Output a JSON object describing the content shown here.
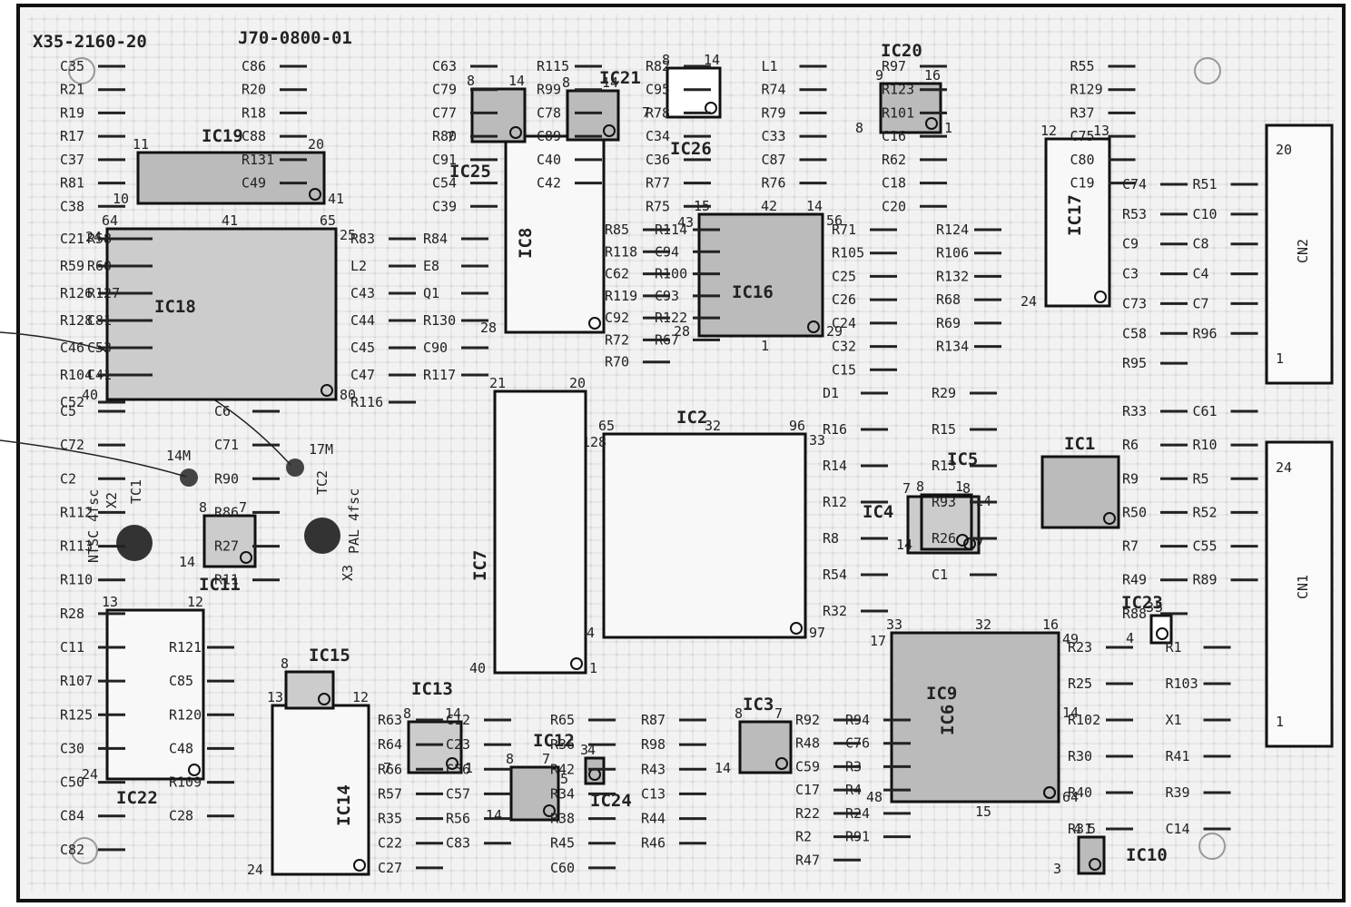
{
  "board_code": "X35-2160-20",
  "board_part": "J70-0800-01",
  "chips": [
    {
      "id": "IC1",
      "label": "IC1",
      "pins": []
    },
    {
      "id": "IC2",
      "label": "IC2",
      "pins": [
        "65",
        "96",
        "64",
        "97",
        "33",
        "128",
        "32"
      ]
    },
    {
      "id": "IC3",
      "label": "IC3",
      "pins": [
        "8",
        "7",
        "14"
      ]
    },
    {
      "id": "IC4",
      "label": "IC4",
      "pins": [
        "7",
        "8"
      ]
    },
    {
      "id": "IC5",
      "label": "IC5",
      "pins": [
        "8",
        "1",
        "14",
        "7",
        "14"
      ]
    },
    {
      "id": "IC6",
      "label": "IC6",
      "pins": [
        "33",
        "16",
        "48",
        "64",
        "49",
        "17",
        "32",
        "15",
        "14"
      ]
    },
    {
      "id": "IC7",
      "label": "IC7",
      "pins": [
        "21",
        "20",
        "40",
        "1"
      ]
    },
    {
      "id": "IC8",
      "label": "IC8",
      "pins": [
        "15",
        "14",
        "28"
      ]
    },
    {
      "id": "IC9",
      "label": "IC9",
      "pins": []
    },
    {
      "id": "IC10",
      "label": "IC10",
      "pins": [
        "4",
        "5",
        "3"
      ]
    },
    {
      "id": "IC11",
      "label": "IC11",
      "pins": [
        "8",
        "7",
        "14"
      ]
    },
    {
      "id": "IC12",
      "label": "IC12",
      "pins": [
        "8",
        "7",
        "14"
      ]
    },
    {
      "id": "IC13",
      "label": "IC13",
      "pins": [
        "8",
        "14",
        "7",
        "1"
      ]
    },
    {
      "id": "IC14",
      "label": "IC14",
      "pins": [
        "13",
        "12",
        "24"
      ]
    },
    {
      "id": "IC15",
      "label": "IC15",
      "pins": [
        "8"
      ]
    },
    {
      "id": "IC16",
      "label": "IC16",
      "pins": [
        "15",
        "14",
        "28",
        "29",
        "56",
        "43",
        "42",
        "1"
      ]
    },
    {
      "id": "IC17",
      "label": "IC17",
      "pins": [
        "12",
        "13",
        "24"
      ]
    },
    {
      "id": "IC18",
      "label": "IC18",
      "pins": [
        "64",
        "65",
        "40",
        "80",
        "25",
        "24",
        "41"
      ]
    },
    {
      "id": "IC19",
      "label": "IC19",
      "pins": [
        "11",
        "20",
        "10",
        "41"
      ]
    },
    {
      "id": "IC20",
      "label": "IC20",
      "pins": [
        "9",
        "16",
        "8",
        "1"
      ]
    },
    {
      "id": "IC21",
      "label": "IC21",
      "pins": [
        "8",
        "14"
      ]
    },
    {
      "id": "IC22",
      "label": "IC22",
      "pins": [
        "13",
        "12",
        "24"
      ]
    },
    {
      "id": "IC23",
      "label": "IC23",
      "pins": [
        "3",
        "5",
        "4"
      ]
    },
    {
      "id": "IC24",
      "label": "IC24",
      "pins": [
        "3",
        "4",
        "5"
      ]
    },
    {
      "id": "IC25",
      "label": "IC25",
      "pins": [
        "8",
        "14",
        "7"
      ]
    },
    {
      "id": "IC26",
      "label": "IC26",
      "pins": [
        "8",
        "14",
        "7"
      ]
    }
  ],
  "connectors": [
    {
      "label": "CN2",
      "pins": [
        "20",
        "1"
      ]
    },
    {
      "label": "CN1",
      "pins": [
        "24",
        "1"
      ]
    }
  ],
  "crystals": [
    {
      "label": "X2",
      "text": "NTSC 4fsc"
    },
    {
      "label": "X3",
      "text": "PAL 4fsc"
    }
  ],
  "trimmers": [
    "TC1",
    "TC2"
  ],
  "test_points": [
    "14M",
    "17M"
  ],
  "components": [
    "C35",
    "C86",
    "R21",
    "R20",
    "R19",
    "R18",
    "R17",
    "C88",
    "C37",
    "R131",
    "R81",
    "C49",
    "C38",
    "C63",
    "R115",
    "C79",
    "R99",
    "C77",
    "C78",
    "R80",
    "C89",
    "C91",
    "C40",
    "C54",
    "C42",
    "C39",
    "R82",
    "L1",
    "C95",
    "R74",
    "R78",
    "R79",
    "C34",
    "C33",
    "C36",
    "C87",
    "R77",
    "R76",
    "R75",
    "R97",
    "R55",
    "R123",
    "R129",
    "R101",
    "R37",
    "C16",
    "C75",
    "R62",
    "C80",
    "C18",
    "C19",
    "C20",
    "C21",
    "R58",
    "R59",
    "R60",
    "R126",
    "R127",
    "R128",
    "C81",
    "C46",
    "C53",
    "R104",
    "C41",
    "C52",
    "R83",
    "R84",
    "L2",
    "E8",
    "C43",
    "Q1",
    "C44",
    "R130",
    "C45",
    "C90",
    "C47",
    "R117",
    "R116",
    "R85",
    "R114",
    "R118",
    "C94",
    "C62",
    "R100",
    "R119",
    "C93",
    "C92",
    "R122",
    "R72",
    "R67",
    "R70",
    "R71",
    "R124",
    "R105",
    "R106",
    "C25",
    "R132",
    "C26",
    "R68",
    "C24",
    "R69",
    "C32",
    "R134",
    "C15",
    "C74",
    "R51",
    "R53",
    "C10",
    "C9",
    "C8",
    "C3",
    "C4",
    "C73",
    "C7",
    "C58",
    "R96",
    "R95",
    "C5",
    "C6",
    "C72",
    "C71",
    "C2",
    "R90",
    "R112",
    "R86",
    "R113",
    "R27",
    "R110",
    "R11",
    "R28",
    "D1",
    "R29",
    "R16",
    "R15",
    "R14",
    "R13",
    "R12",
    "R93",
    "R8",
    "R26",
    "R54",
    "C1",
    "R32",
    "R33",
    "C61",
    "R6",
    "R10",
    "R9",
    "R5",
    "R50",
    "R52",
    "R7",
    "C55",
    "R49",
    "R89",
    "R88",
    "C11",
    "R121",
    "R107",
    "C85",
    "R125",
    "R120",
    "C30",
    "C48",
    "C50",
    "R109",
    "C84",
    "C28",
    "C82",
    "R63",
    "C12",
    "R64",
    "C23",
    "R66",
    "C56",
    "R57",
    "C57",
    "R35",
    "R56",
    "C22",
    "C83",
    "C27",
    "R65",
    "R87",
    "R36",
    "R98",
    "R42",
    "R43",
    "R34",
    "C13",
    "R38",
    "R44",
    "R45",
    "R46",
    "C60",
    "R92",
    "R94",
    "R48",
    "C76",
    "C59",
    "R3",
    "C17",
    "R4",
    "R22",
    "R24",
    "R2",
    "R91",
    "R47",
    "R23",
    "R1",
    "R25",
    "R103",
    "R102",
    "X1",
    "R30",
    "R41",
    "R40",
    "R39",
    "R31",
    "C14"
  ]
}
